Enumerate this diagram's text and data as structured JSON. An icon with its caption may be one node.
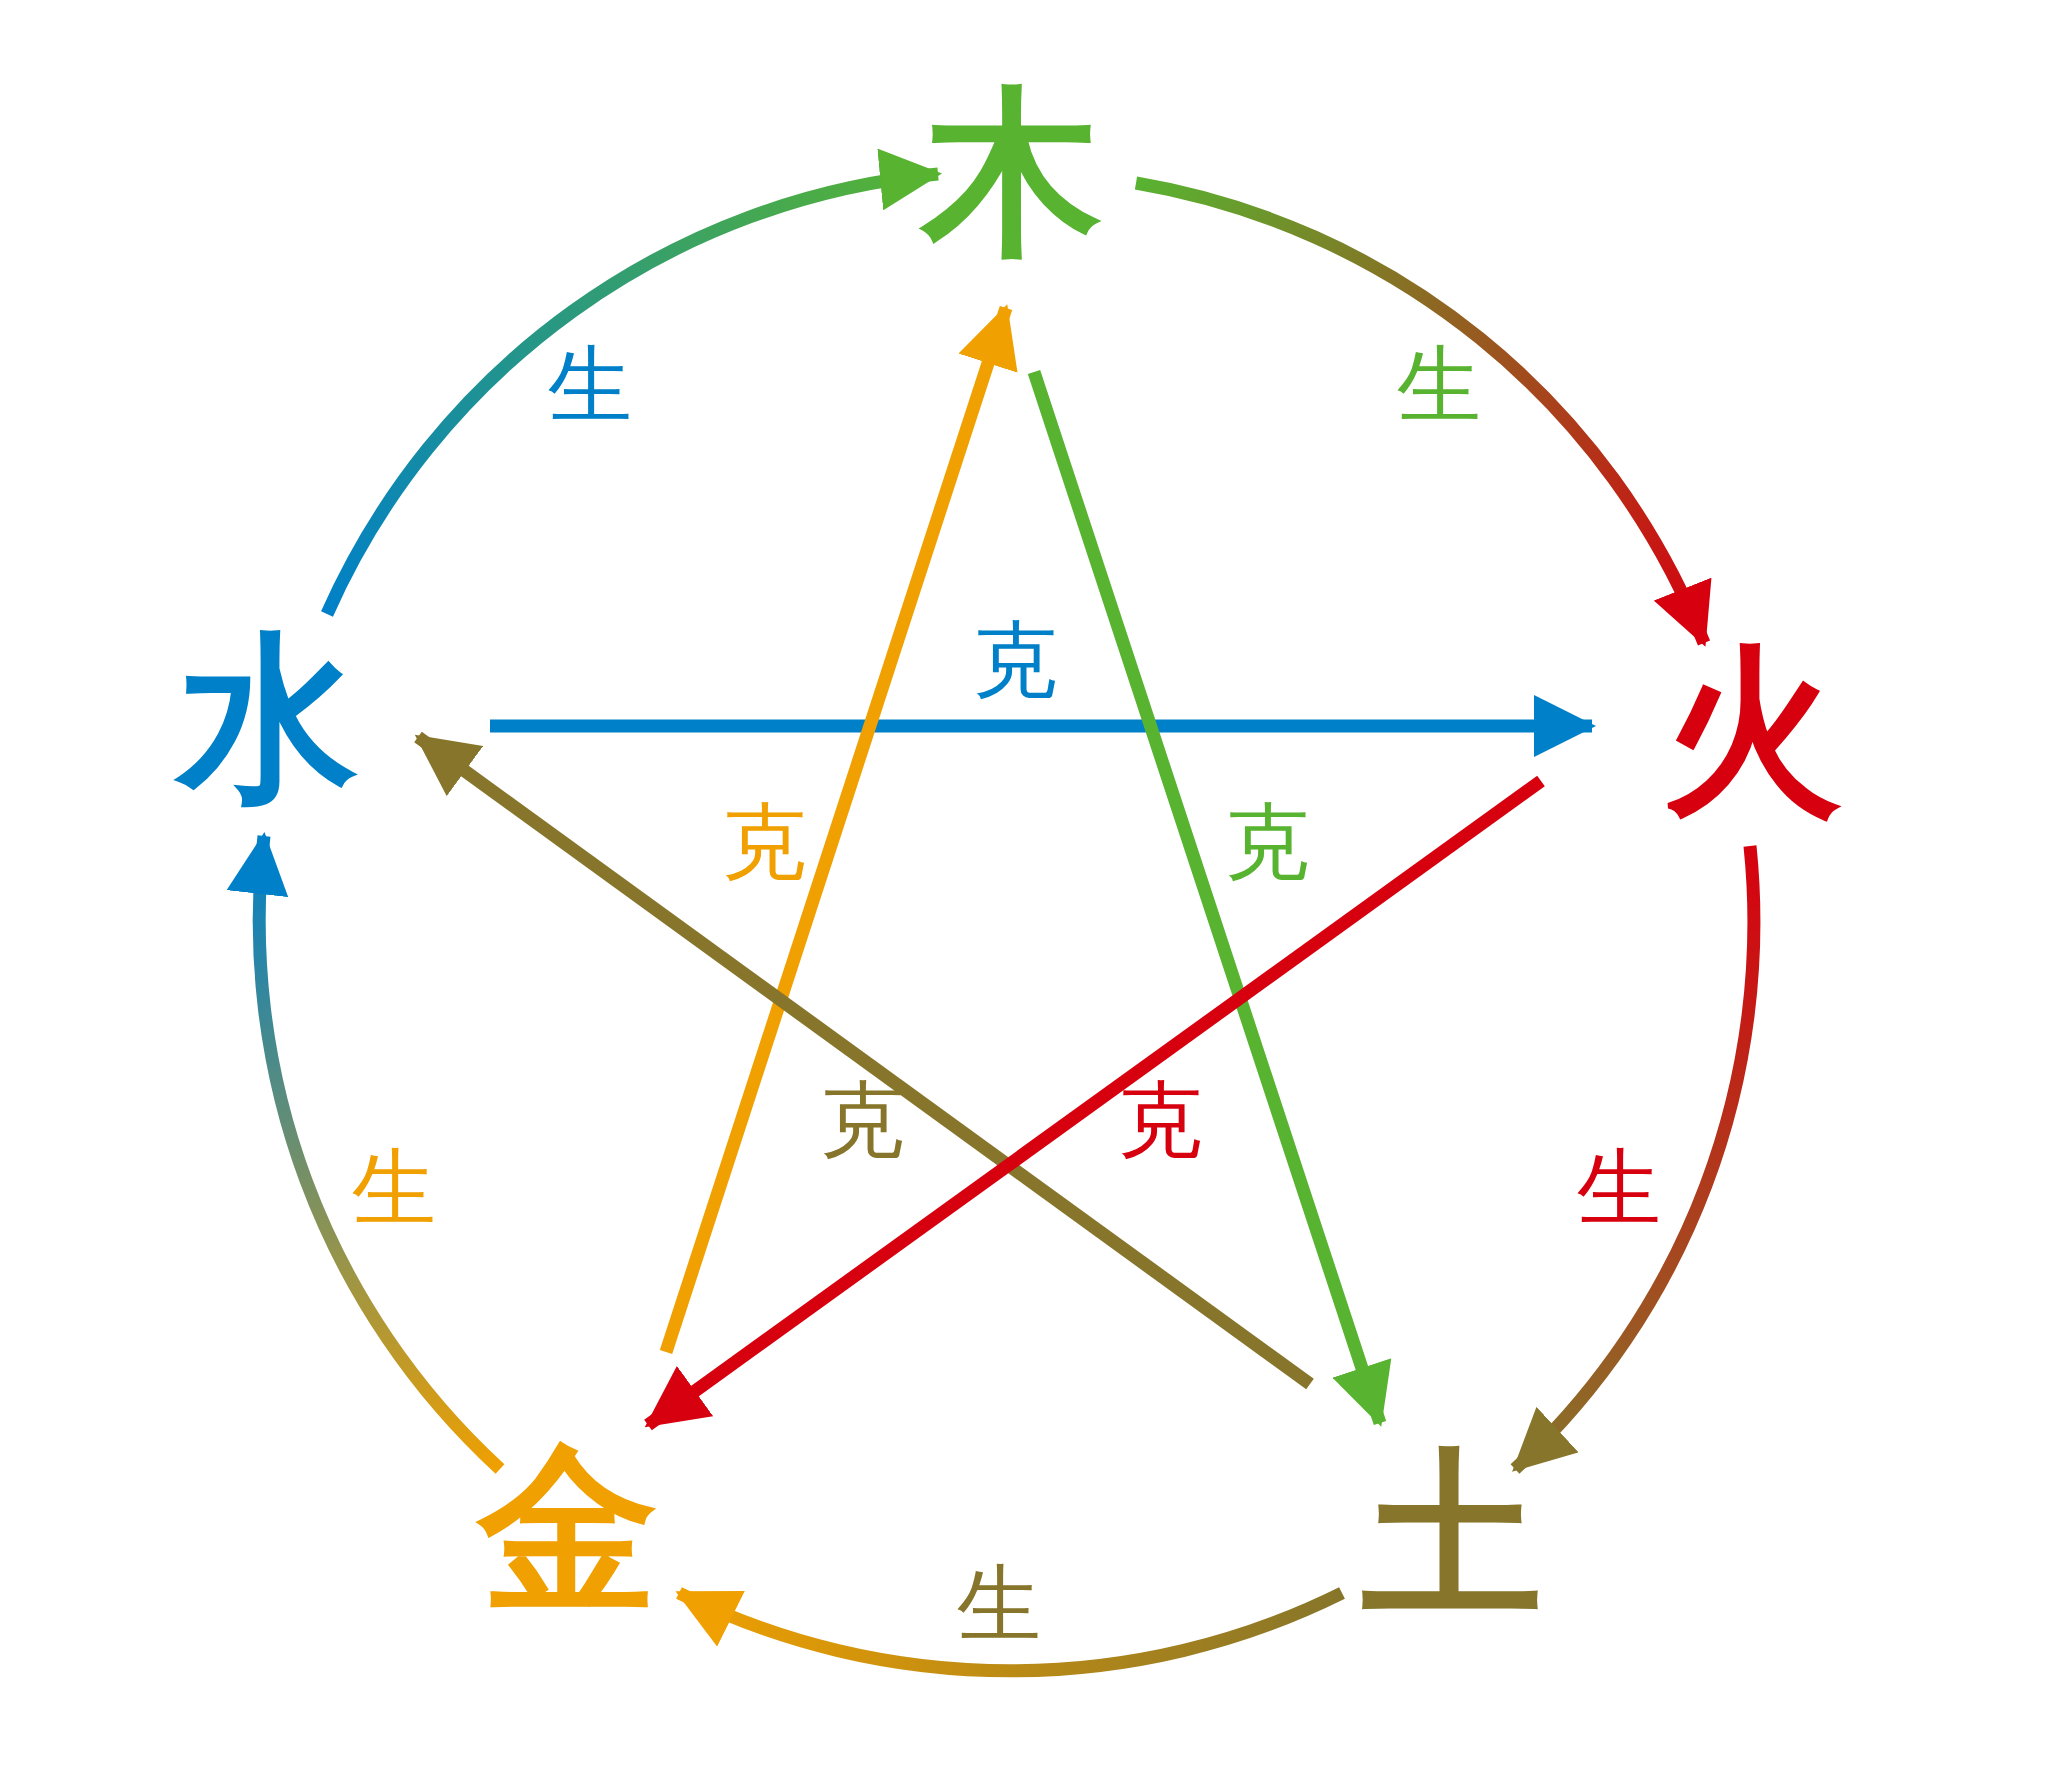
{
  "diagram": {
    "nodes": [
      {
        "text": [
          "木"
        ]
      },
      {
        "text": [
          "火"
        ]
      },
      {
        "text": [
          "土"
        ]
      },
      {
        "text": [
          "金"
        ]
      },
      {
        "text": [
          "水"
        ]
      }
    ],
    "edges": [
      {
        "from": 4,
        "to": 0,
        "arrow": "to",
        "label": "生",
        "color": "#0080c8"
      },
      {
        "from": 0,
        "to": 1,
        "arrow": "to",
        "label": "生",
        "color": "#58b331"
      },
      {
        "from": 1,
        "to": 2,
        "arrow": "to",
        "label": "生",
        "color": "#d7000f"
      },
      {
        "from": 2,
        "to": 3,
        "arrow": "to",
        "label": "生",
        "color": "#86752a"
      },
      {
        "from": 3,
        "to": 4,
        "arrow": "to",
        "label": "生",
        "color": "#f0a000"
      },
      {
        "from": 4,
        "to": 1,
        "arrow": "to",
        "label": "克",
        "color": "#0080c8"
      },
      {
        "from": 3,
        "to": 0,
        "arrow": "to",
        "label": "克",
        "color": "#f0a000"
      },
      {
        "from": 0,
        "to": 2,
        "arrow": "to",
        "label": "克",
        "color": "#58b331"
      },
      {
        "from": 2,
        "to": 4,
        "arrow": "to",
        "label": "克",
        "color": "#86752a"
      },
      {
        "from": 1,
        "to": 3,
        "arrow": "to",
        "label": "克",
        "color": "#d7000f"
      }
    ]
  }
}
